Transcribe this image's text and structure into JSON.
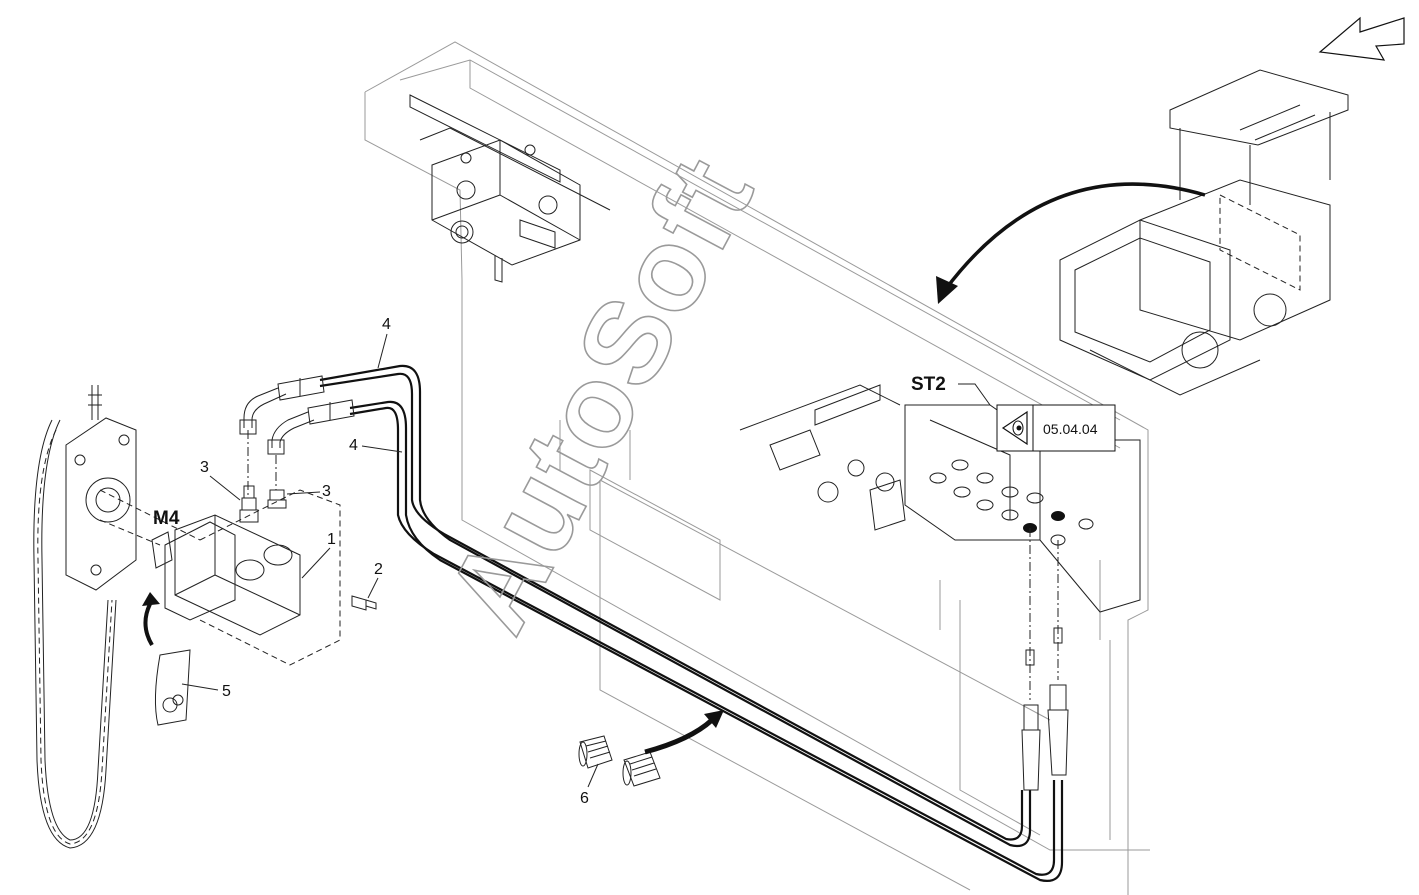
{
  "watermark": "AutoSoft",
  "labels": {
    "motor": "M4",
    "valve_block": "ST2"
  },
  "reference_box": {
    "icon": "eye-view-icon",
    "text": "05.04.04"
  },
  "callouts": {
    "c1": "1",
    "c2": "2",
    "c3_left": "3",
    "c3_right": "3",
    "c4_top": "4",
    "c4_mid": "4",
    "c5": "5",
    "c6": "6"
  },
  "colors": {
    "line": "#111111",
    "frame": "#9a9a9a",
    "watermark": "#9a9a9a",
    "background": "#ffffff"
  }
}
